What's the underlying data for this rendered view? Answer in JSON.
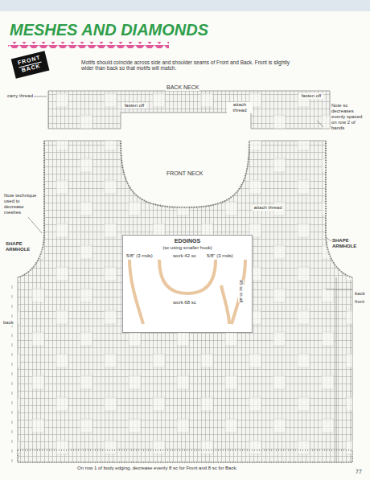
{
  "diagram": {
    "title": "MESHES AND DIAMONDS",
    "nodes": [
      {
        "text": [
          "FRONT",
          "BACK"
        ]
      },
      {
        "text": [
          "EDGINGS",
          "(sc using smaller hook)",
          "5/8\" (3 rnds)",
          "work 42 sc",
          "5/8\" (3 rnds)",
          "work 68 sc",
          "95 sc in all"
        ]
      }
    ],
    "edges": [],
    "labels": [
      "Motifs should coincide across side and shoulder seams of Front and Back. Front is slightly wider than back so that motifs will match.",
      "BACK NECK",
      "carry thread",
      "fasten off",
      "attach thread",
      "fasten off",
      "Note sc decreases evenly spaced on row 2 of bands",
      "FRONT NECK",
      "attach thread",
      "Note technique used to decrease meshes",
      "SHAPE ARMHOLE",
      "SHAPE ARMHOLE",
      "back",
      "front",
      "back",
      "On row 1 of body edging, decrease evenly 8 sc for Front and 8 sc for Back.",
      "77"
    ]
  }
}
